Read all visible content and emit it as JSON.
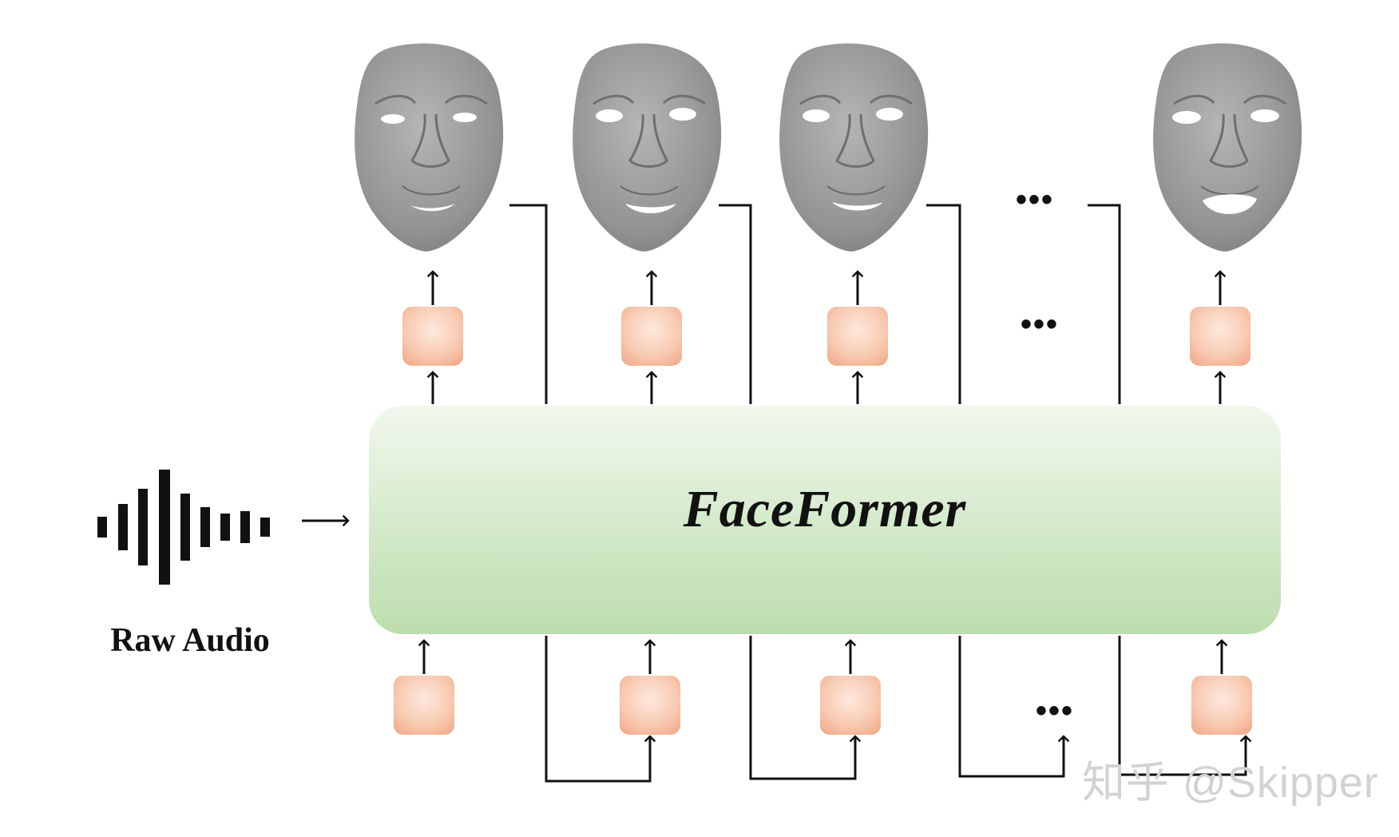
{
  "diagram": {
    "model_label": "FaceFormer",
    "input_label": "Raw Audio",
    "ellipsis": "•••",
    "watermark": "知乎 @Skipper",
    "colors": {
      "model_box_top": "#f1f8ee",
      "model_box_bottom": "#bcddae",
      "token_light": "#fde5d8",
      "token_dark": "#f3b08f",
      "line": "#111111",
      "face": "#9a9a9a"
    },
    "icons": [
      "waveform-icon",
      "face-mesh-icon"
    ]
  }
}
